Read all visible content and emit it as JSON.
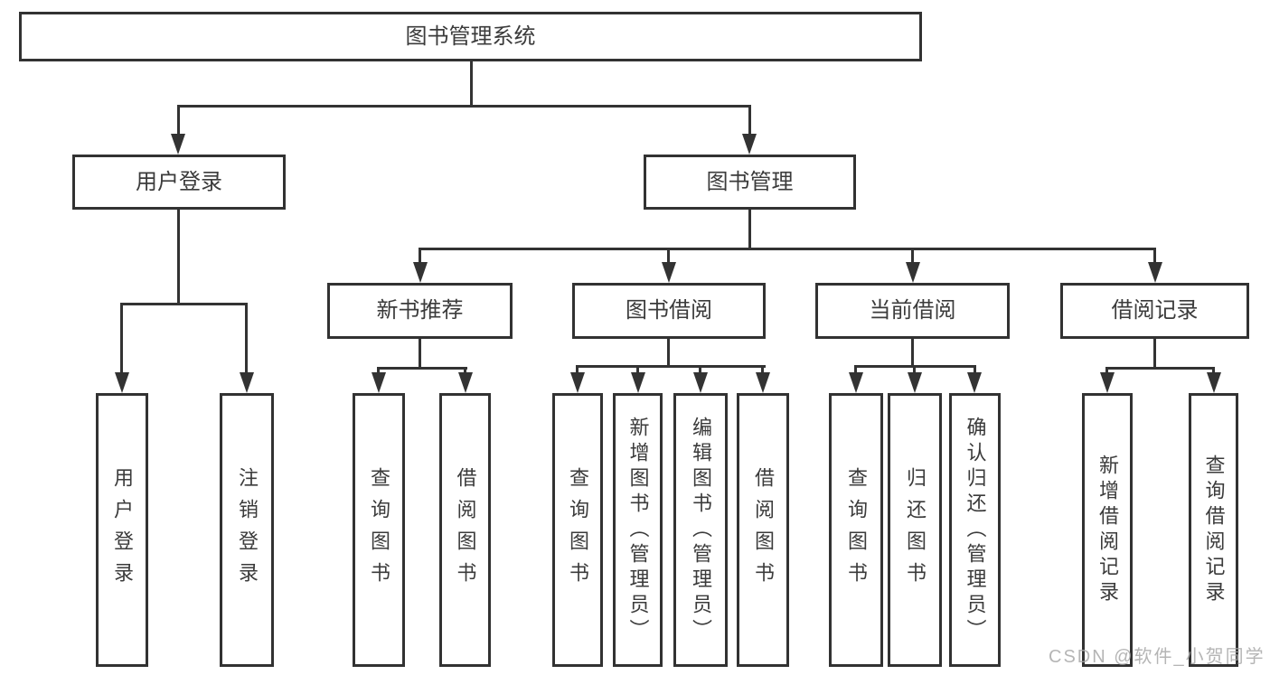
{
  "diagram": {
    "root": {
      "label": "图书管理系统"
    },
    "branches": [
      {
        "label": "用户登录",
        "leaves": [
          {
            "label": "用户登录"
          },
          {
            "label": "注销登录"
          }
        ]
      },
      {
        "label": "图书管理",
        "groups": [
          {
            "label": "新书推荐",
            "leaves": [
              {
                "label": "查询图书"
              },
              {
                "label": "借阅图书"
              }
            ]
          },
          {
            "label": "图书借阅",
            "leaves": [
              {
                "label": "查询图书"
              },
              {
                "label": "新增图书（管理员）"
              },
              {
                "label": "编辑图书（管理员）"
              },
              {
                "label": "借阅图书"
              }
            ]
          },
          {
            "label": "当前借阅",
            "leaves": [
              {
                "label": "查询图书"
              },
              {
                "label": "归还图书"
              },
              {
                "label": "确认归还（管理员）"
              }
            ]
          },
          {
            "label": "借阅记录",
            "leaves": [
              {
                "label": "新增借阅记录"
              },
              {
                "label": "查询借阅记录"
              }
            ]
          }
        ]
      }
    ],
    "watermark": "CSDN @软件_小贺同学",
    "colors": {
      "line": "#333333",
      "border": "#323232",
      "text": "#3b3b3b",
      "background": "#ffffff",
      "watermark": "#a9a9a9"
    }
  }
}
